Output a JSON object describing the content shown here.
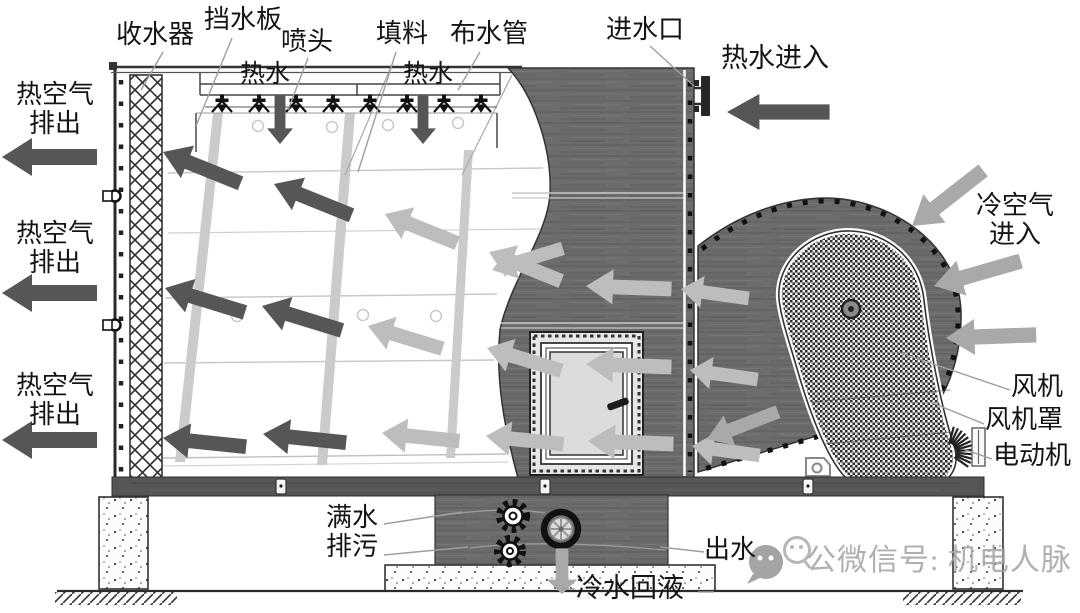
{
  "diagram": {
    "type": "cooling-tower-structure-diagram",
    "colors": {
      "dark_arrow": "#565656",
      "light_arrow": "#bdbdbd",
      "cold_air_arrow": "#a9a9a9",
      "tower_body": "#6c6c6c",
      "text": "#151515",
      "watermark": "#a3a3a3"
    },
    "labels": {
      "collector": "收水器",
      "baffle": "挡水板",
      "spray_nozzle": "喷头",
      "fill": "填料",
      "distribution_pipe": "布水管",
      "water_inlet": "进水口",
      "hot_water_in": "热水进入",
      "hot_water": "热水",
      "hot_air_out": {
        "line1": "热空气",
        "line2": "排出"
      },
      "cold_air_in": {
        "line1": "冷空气",
        "line2": "进入"
      },
      "fan": "风机",
      "fan_cover": "风机罩",
      "motor": "电动机",
      "overflow": {
        "line1": "满水",
        "line2": "排污"
      },
      "water_outlet": "出水",
      "cold_water_return": "冷水回液"
    },
    "watermark": {
      "text": "公微信号: 机电人脉"
    }
  }
}
